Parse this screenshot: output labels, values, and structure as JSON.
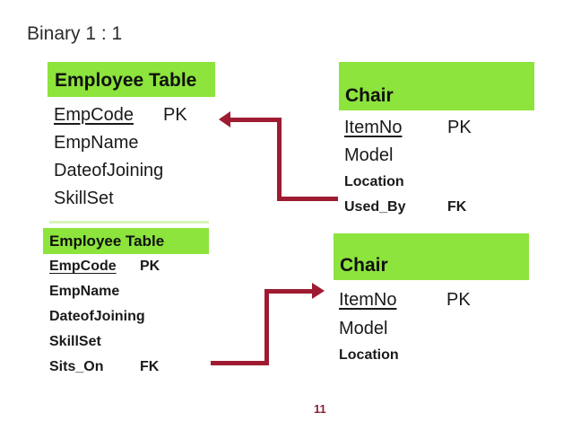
{
  "title": "Binary 1 : 1",
  "page_number": "11",
  "colors": {
    "header_green": "#8CE43C",
    "arrow_red": "#9E1B32",
    "page_number_red": "#8C2139"
  },
  "tables": {
    "employee_top": {
      "header": "Employee Table",
      "rows": [
        {
          "name": "EmpCode",
          "key": "PK"
        },
        {
          "name": "EmpName"
        },
        {
          "name": "DateofJoining"
        },
        {
          "name": "SkillSet"
        }
      ]
    },
    "chair_top": {
      "header": "Chair",
      "rows": [
        {
          "name": "ItemNo",
          "key": "PK"
        },
        {
          "name": "Model"
        },
        {
          "name": "Location"
        },
        {
          "name": "Used_By",
          "key": "FK"
        }
      ]
    },
    "employee_bottom": {
      "header": "Employee Table",
      "rows": [
        {
          "name": "EmpCode",
          "key": "PK"
        },
        {
          "name": "EmpName"
        },
        {
          "name": "DateofJoining"
        },
        {
          "name": "SkillSet"
        },
        {
          "name": "Sits_On",
          "key": "FK"
        }
      ]
    },
    "chair_bottom": {
      "header": "Chair",
      "rows": [
        {
          "name": "ItemNo",
          "key": "PK"
        },
        {
          "name": "Model"
        },
        {
          "name": "Location"
        }
      ]
    }
  },
  "relationships": [
    {
      "arrow": "chair-top-to-employee-top",
      "direction": "left"
    },
    {
      "arrow": "employee-bottom-to-chair-bottom",
      "direction": "right"
    }
  ]
}
